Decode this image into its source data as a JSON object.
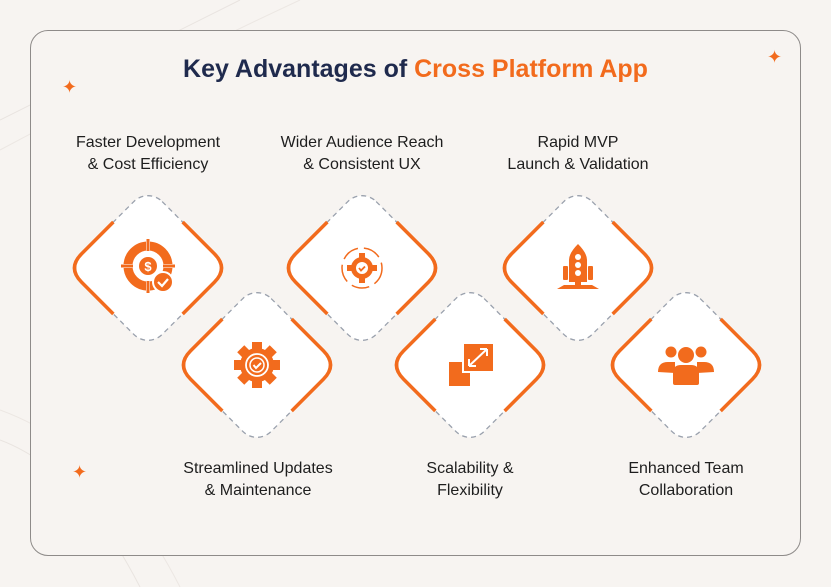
{
  "title": {
    "prefix": "Key Advantages of",
    "highlight": "Cross Platform App"
  },
  "colors": {
    "accent": "#f26b1d",
    "title": "#1f2a4d",
    "dash": "#9aa1ad"
  },
  "items": [
    {
      "line1": "Faster Development",
      "line2": "& Cost Efficiency",
      "icon": "dollar-target-check-icon"
    },
    {
      "line1": "Streamlined Updates",
      "line2": "& Maintenance",
      "icon": "gear-check-icon"
    },
    {
      "line1": "Wider Audience Reach",
      "line2": "& Consistent UX",
      "icon": "gear-cycle-check-icon"
    },
    {
      "line1": "Scalability &",
      "line2": "Flexibility",
      "icon": "resize-expand-icon"
    },
    {
      "line1": "Rapid MVP",
      "line2": "Launch & Validation",
      "icon": "rocket-icon"
    },
    {
      "line1": "Enhanced Team",
      "line2": "Collaboration",
      "icon": "team-icon"
    }
  ]
}
